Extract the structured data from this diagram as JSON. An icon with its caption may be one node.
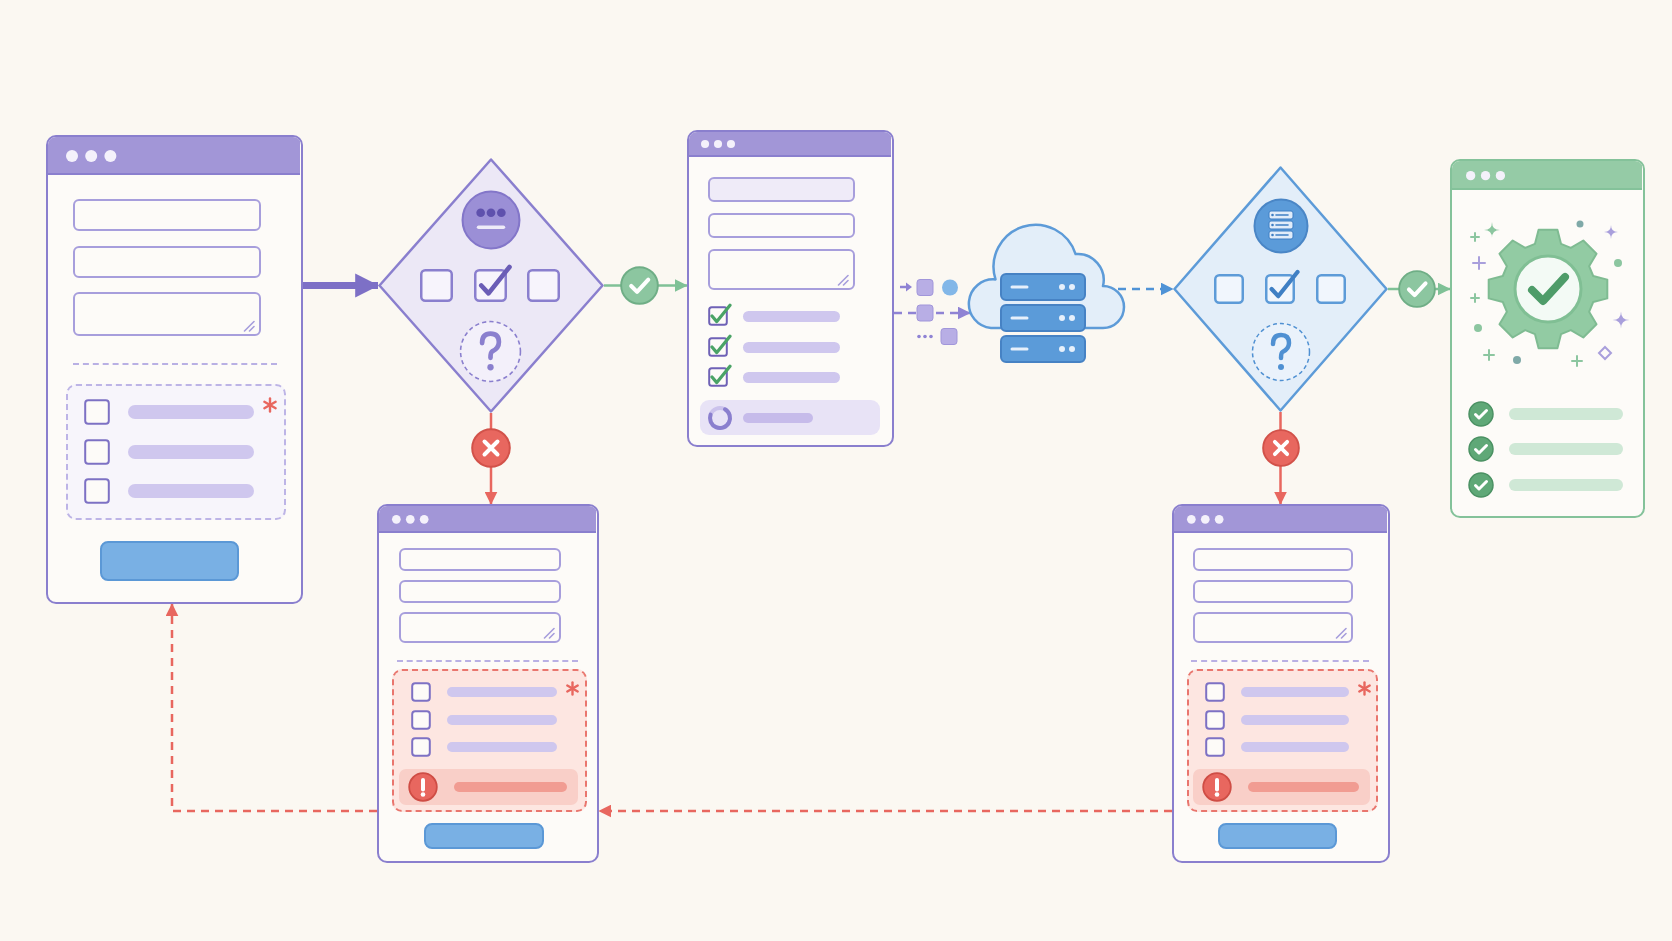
{
  "diagram": {
    "nodes": [
      {
        "text": [],
        "shape": "window"
      },
      {
        "text": [],
        "shape": "diamond"
      },
      {
        "text": [],
        "shape": "window"
      },
      {
        "text": [],
        "shape": "cloud"
      },
      {
        "text": [],
        "shape": "diamond"
      },
      {
        "text": [],
        "shape": "window"
      },
      {
        "text": [],
        "shape": "window"
      },
      {
        "text": [],
        "shape": "window"
      }
    ],
    "edges": [
      {
        "from": 0,
        "to": 1,
        "arrow": "to",
        "style": "thick",
        "color": "#7d70c6"
      },
      {
        "from": 1,
        "to": 2,
        "arrow": "to",
        "color": "#7fc196"
      },
      {
        "from": 1,
        "to": 6,
        "arrow": "to"
      },
      {
        "from": 2,
        "to": 3,
        "arrow": "to",
        "style": "dashed",
        "color": "#8f83d4"
      },
      {
        "from": 3,
        "to": 4,
        "arrow": "to",
        "style": "dashed",
        "color": "#4f93d6"
      },
      {
        "from": 4,
        "to": 5,
        "arrow": "to",
        "color": "#7fc196"
      },
      {
        "from": 4,
        "to": 7,
        "arrow": "to"
      },
      {
        "from": 7,
        "to": 6,
        "arrow": "to",
        "style": "dashed"
      },
      {
        "from": 6,
        "to": 0,
        "arrow": "to",
        "style": "dashed"
      }
    ]
  }
}
